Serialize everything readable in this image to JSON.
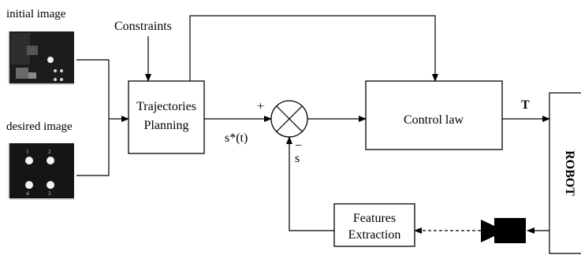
{
  "labels": {
    "initial_image": "initial image",
    "desired_image": "desired image",
    "constraints": "Constraints",
    "trajectories_line1": "Trajectories",
    "trajectories_line2": "Planning",
    "reference_signal": "s*(t)",
    "plus_sign": "+",
    "minus_sign": "−",
    "feedback_signal": "s",
    "control_law": "Control law",
    "torque": "T",
    "robot": "ROBOT",
    "features_line1": "Features",
    "features_line2": "Extraction"
  },
  "desired_image_points": [
    "1",
    "2",
    "4",
    "3"
  ]
}
